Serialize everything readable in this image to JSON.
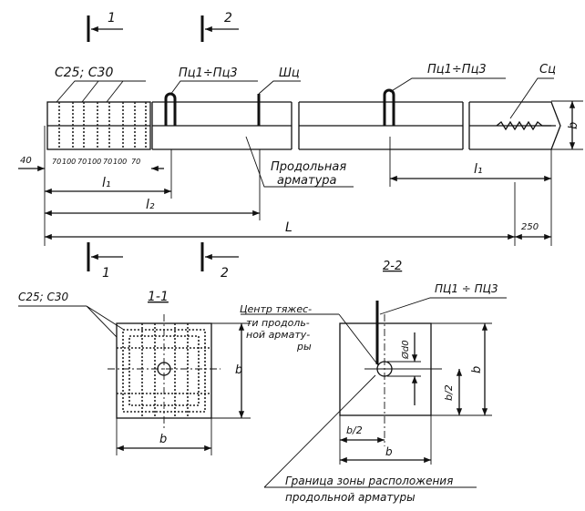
{
  "section_marks": {
    "one": "1",
    "two": "2"
  },
  "elevation": {
    "spirals_label": "С25; С30",
    "loop_label_left": "Пц1÷Пц3",
    "loop_label_right": "Пц1÷Пц3",
    "shc_label": "Шц",
    "sc_label": "Сц",
    "long_reinf_line1": "Продольная",
    "long_reinf_line2": "арматура",
    "height_dim": "b",
    "end_offset": "40",
    "pitch_dims": [
      "70",
      "100",
      "70",
      "100",
      "70",
      "100",
      "70"
    ],
    "dim_l1": "l₁",
    "dim_l2": "l₂",
    "dim_L": "L",
    "dim_l1_right": "l₁",
    "dim_tip": "250"
  },
  "section_1_1": {
    "title": "1-1",
    "spirals_label": "С25; С30",
    "dim_height": "b",
    "dim_width": "b"
  },
  "section_2_2": {
    "title": "2-2",
    "loop_label": "ПЦ1 ÷ ПЦ3",
    "centroid_lines": [
      "Центр тяжес-",
      "ти продоль-",
      "ной армату-",
      "ры"
    ],
    "dim_diameter": "Ød0",
    "dim_height": "b",
    "dim_half_height": "b/2",
    "dim_half_width": "b/2",
    "dim_width": "b",
    "zone_line1": "Граница зоны расположения",
    "zone_line2": "продольной арматуры"
  }
}
